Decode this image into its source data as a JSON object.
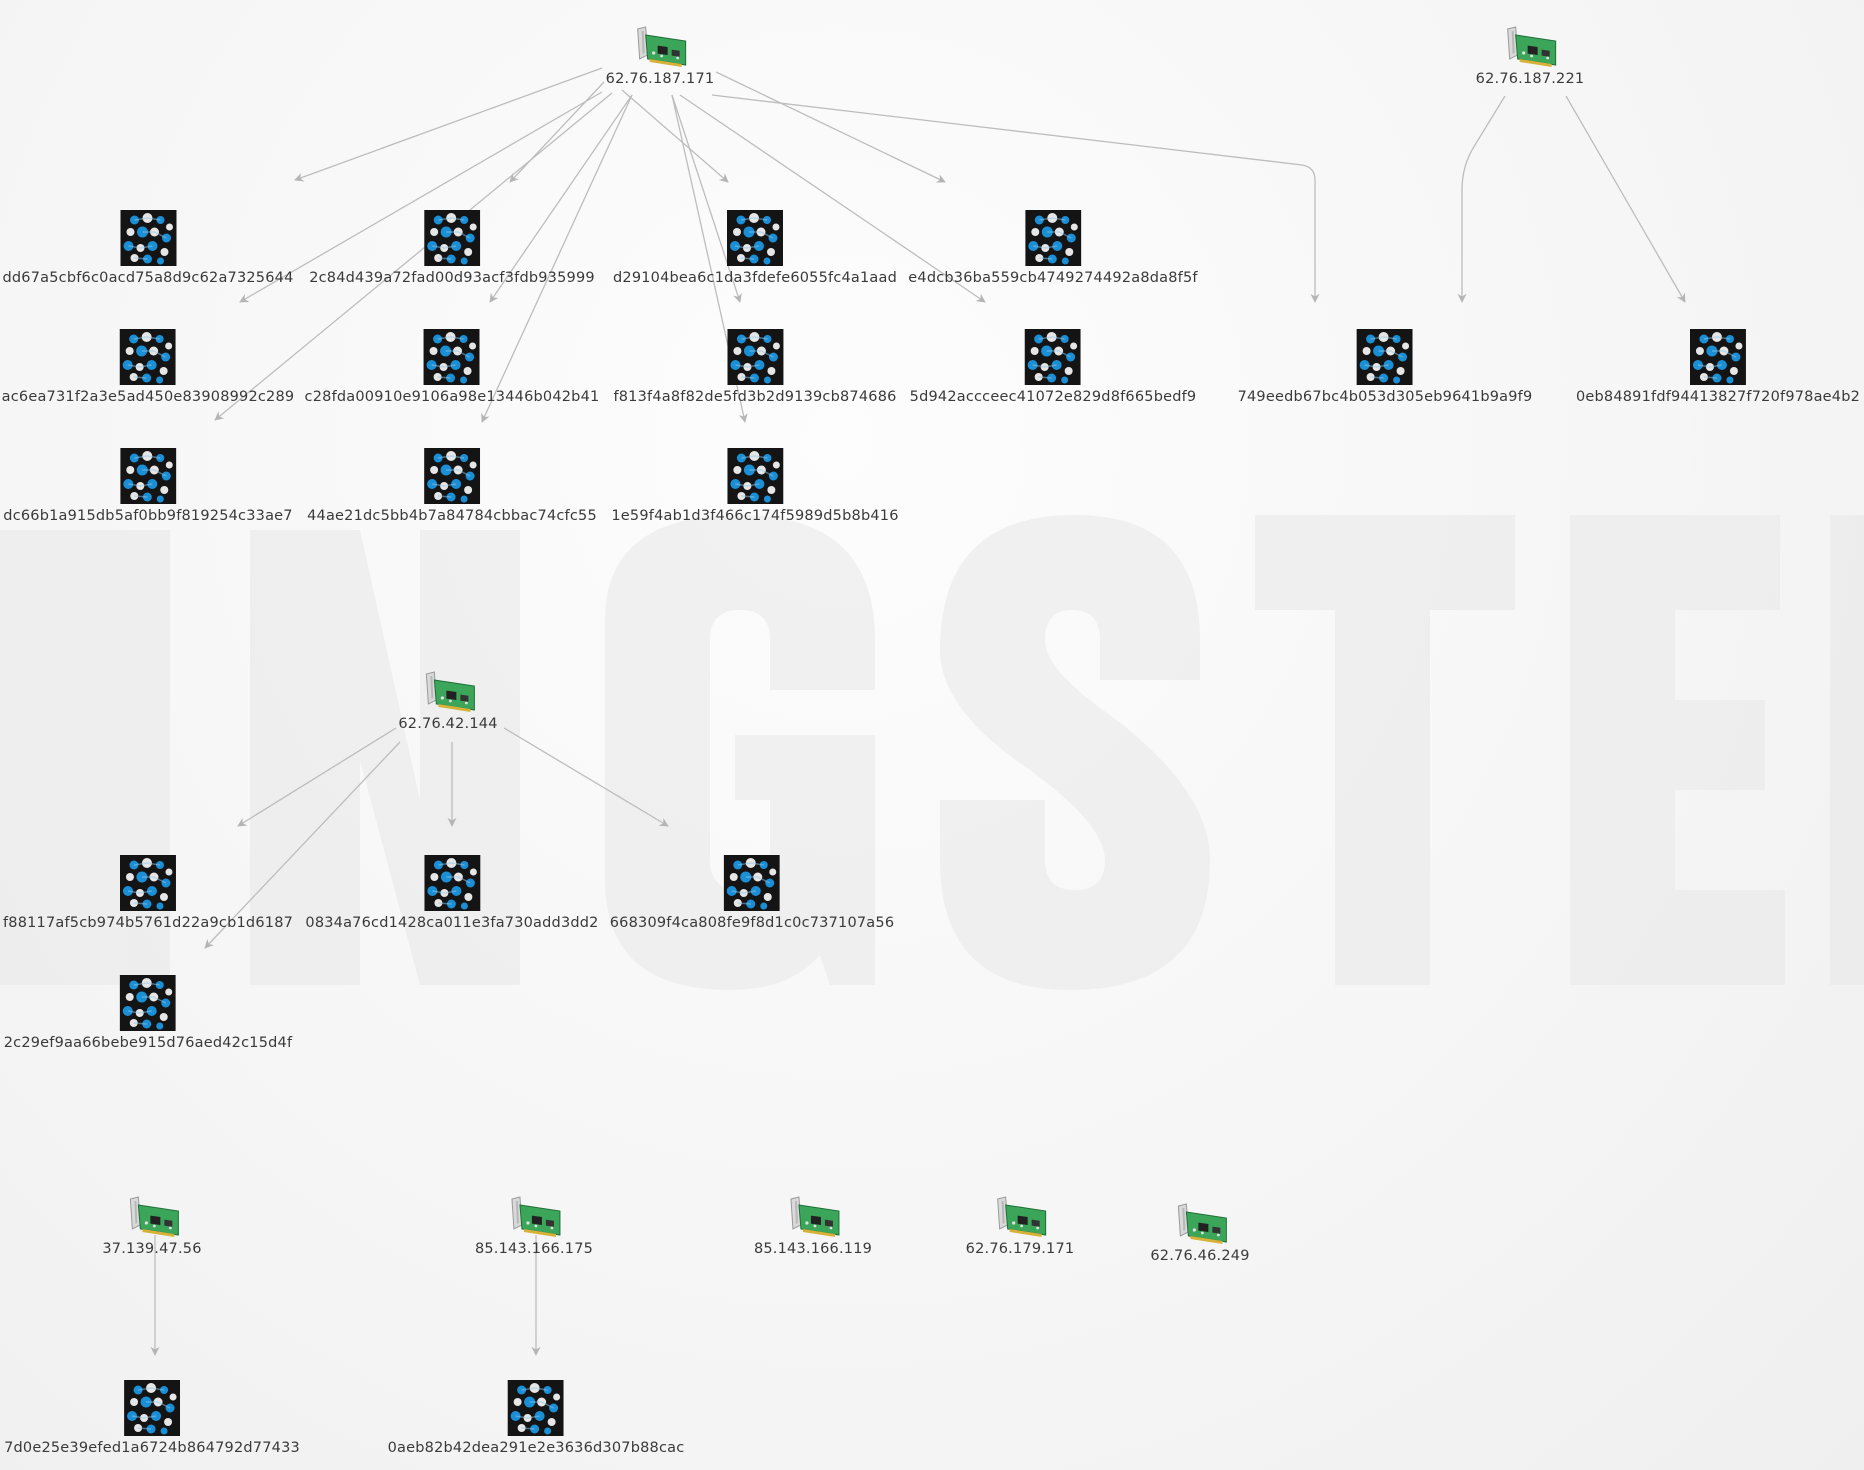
{
  "colors": {
    "edge": "#bdbdbd",
    "label": "#3a3a3a",
    "hash_icon_blue": "#1a8fd6",
    "hash_icon_bg": "#141414",
    "nic_board": "#3ba55a"
  },
  "icons": {
    "host": "network-card-icon",
    "hash": "malware-sample-icon"
  },
  "nodes": [
    {
      "id": "h1",
      "type": "host",
      "label": "62.76.187.171"
    },
    {
      "id": "h2",
      "type": "host",
      "label": "62.76.187.221"
    },
    {
      "id": "h3",
      "type": "host",
      "label": "62.76.42.144"
    },
    {
      "id": "h4",
      "type": "host",
      "label": "37.139.47.56"
    },
    {
      "id": "h5",
      "type": "host",
      "label": "85.143.166.175"
    },
    {
      "id": "h6",
      "type": "host",
      "label": "85.143.166.119"
    },
    {
      "id": "h7",
      "type": "host",
      "label": "62.76.179.171"
    },
    {
      "id": "h8",
      "type": "host",
      "label": "62.76.46.249"
    },
    {
      "id": "s1",
      "type": "hash",
      "label": "dd67a5cbf6c0acd75a8d9c62a7325644"
    },
    {
      "id": "s2",
      "type": "hash",
      "label": "2c84d439a72fad00d93acf3fdb935999"
    },
    {
      "id": "s3",
      "type": "hash",
      "label": "d29104bea6c1da3fdefe6055fc4a1aad"
    },
    {
      "id": "s4",
      "type": "hash",
      "label": "e4dcb36ba559cb4749274492a8da8f5f"
    },
    {
      "id": "s5",
      "type": "hash",
      "label": "ac6ea731f2a3e5ad450e83908992c289"
    },
    {
      "id": "s6",
      "type": "hash",
      "label": "c28fda00910e9106a98e13446b042b41"
    },
    {
      "id": "s7",
      "type": "hash",
      "label": "f813f4a8f82de5fd3b2d9139cb874686"
    },
    {
      "id": "s8",
      "type": "hash",
      "label": "5d942accceec41072e829d8f665bedf9"
    },
    {
      "id": "s9",
      "type": "hash",
      "label": "749eedb67bc4b053d305eb9641b9a9f9"
    },
    {
      "id": "s10",
      "type": "hash",
      "label": "0eb84891fdf94413827f720f978ae4b2"
    },
    {
      "id": "s11",
      "type": "hash",
      "label": "dc66b1a915db5af0bb9f819254c33ae7"
    },
    {
      "id": "s12",
      "type": "hash",
      "label": "44ae21dc5bb4b7a84784cbbac74cfc55"
    },
    {
      "id": "s13",
      "type": "hash",
      "label": "1e59f4ab1d3f466c174f5989d5b8b416"
    },
    {
      "id": "s14",
      "type": "hash",
      "label": "f88117af5cb974b5761d22a9cb1d6187"
    },
    {
      "id": "s15",
      "type": "hash",
      "label": "0834a76cd1428ca011e3fa730add3dd2"
    },
    {
      "id": "s16",
      "type": "hash",
      "label": "668309f4ca808fe9f8d1c0c737107a56"
    },
    {
      "id": "s17",
      "type": "hash",
      "label": "2c29ef9aa66bebe915d76aed42c15d4f"
    },
    {
      "id": "s18",
      "type": "hash",
      "label": "7d0e25e39efed1a6724b864792d77433"
    },
    {
      "id": "s19",
      "type": "hash",
      "label": "0aeb82b42dea291e2e3636d307b88cac"
    }
  ],
  "edges": [
    [
      "h1",
      "s1"
    ],
    [
      "h1",
      "s2"
    ],
    [
      "h1",
      "s3"
    ],
    [
      "h1",
      "s4"
    ],
    [
      "h1",
      "s5"
    ],
    [
      "h1",
      "s6"
    ],
    [
      "h1",
      "s7"
    ],
    [
      "h1",
      "s8"
    ],
    [
      "h1",
      "s9"
    ],
    [
      "h1",
      "s11"
    ],
    [
      "h1",
      "s12"
    ],
    [
      "h1",
      "s13"
    ],
    [
      "h2",
      "s9"
    ],
    [
      "h2",
      "s10"
    ],
    [
      "h3",
      "s14"
    ],
    [
      "h3",
      "s15"
    ],
    [
      "h3",
      "s16"
    ],
    [
      "h3",
      "s17"
    ],
    [
      "h4",
      "s18"
    ],
    [
      "h5",
      "s19"
    ]
  ]
}
